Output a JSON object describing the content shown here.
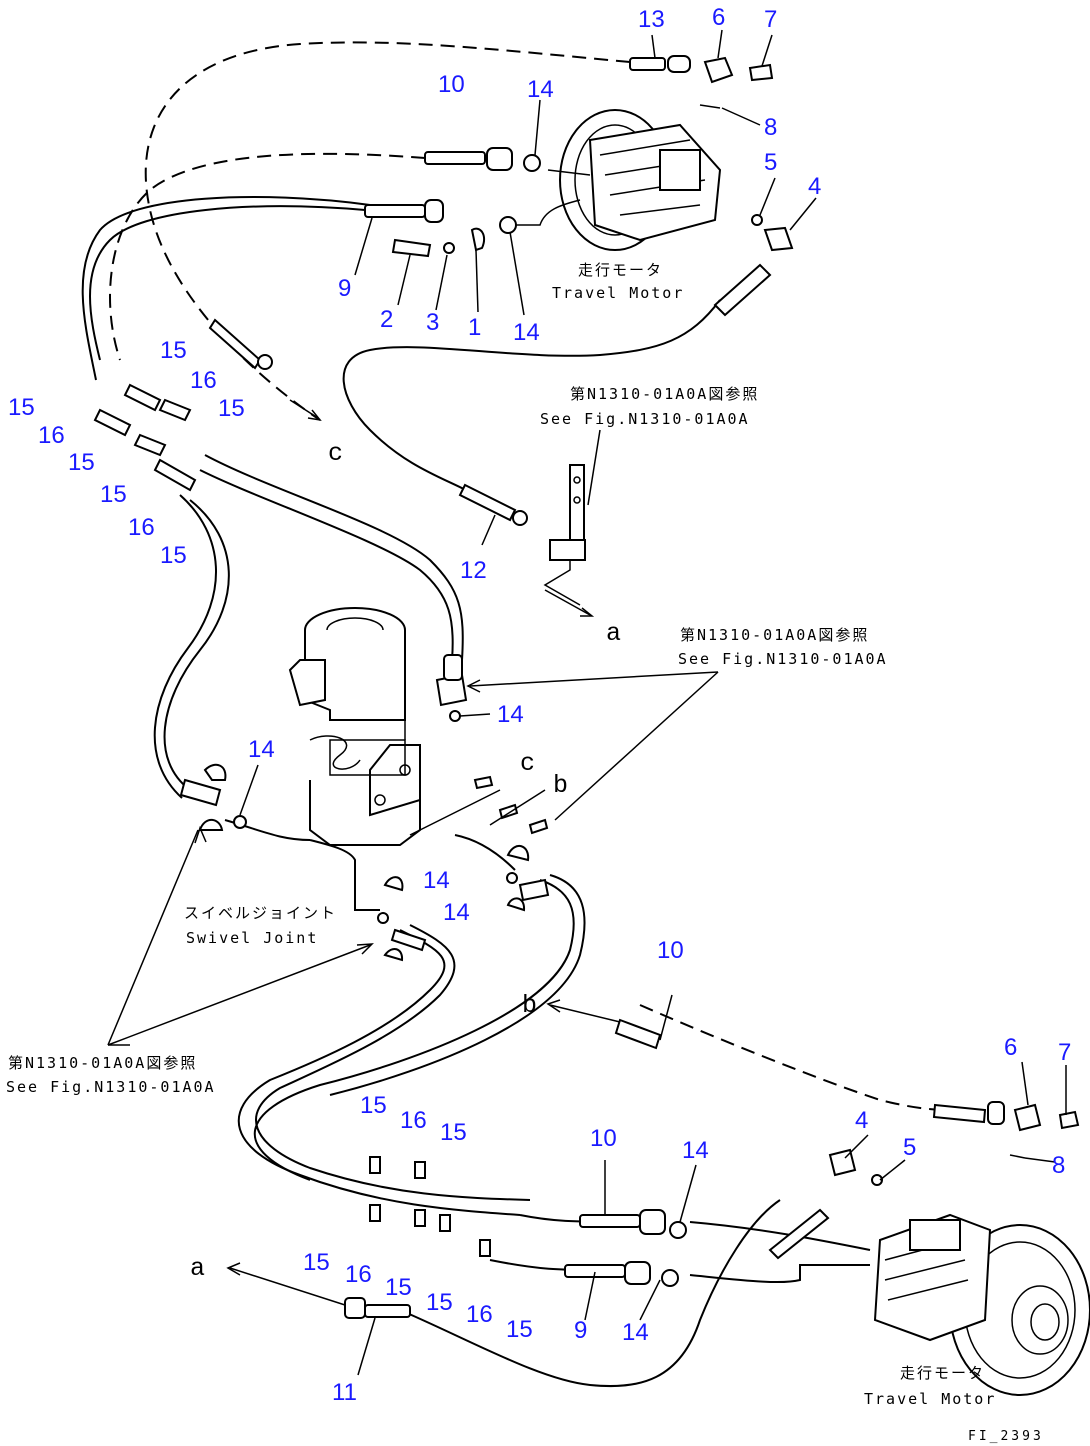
{
  "diagram": {
    "drawing_code": "FI_2393",
    "letter_refs": {
      "a": "a",
      "b": "b",
      "c": "c"
    },
    "notes": {
      "travel_motor_jp": "走行モータ",
      "travel_motor_en": "Travel Motor",
      "swivel_jp": "スイベルジョイント",
      "swivel_en": "Swivel Joint",
      "fig_ref_1_jp": "第N1310-01A0A図参照",
      "fig_ref_1_en": "See Fig.N1310-01A0A",
      "fig_ref_2_jp": "第N1310-01A0A図参照",
      "fig_ref_2_en": "See Fig.N1310-01A0A",
      "fig_ref_3_jp": "第N1310-01A0A図参照",
      "fig_ref_3_en": "See Fig.N1310-01A0A"
    },
    "callouts": [
      {
        "id": "c13",
        "label": "13"
      },
      {
        "id": "c6a",
        "label": "6"
      },
      {
        "id": "c7a",
        "label": "7"
      },
      {
        "id": "c10a",
        "label": "10"
      },
      {
        "id": "c14a",
        "label": "14"
      },
      {
        "id": "c8a",
        "label": "8"
      },
      {
        "id": "c5a",
        "label": "5"
      },
      {
        "id": "c4a",
        "label": "4"
      },
      {
        "id": "c9a",
        "label": "9"
      },
      {
        "id": "c2",
        "label": "2"
      },
      {
        "id": "c3",
        "label": "3"
      },
      {
        "id": "c1",
        "label": "1"
      },
      {
        "id": "c14b",
        "label": "14"
      },
      {
        "id": "c15a",
        "label": "15"
      },
      {
        "id": "c16a",
        "label": "16"
      },
      {
        "id": "c15b",
        "label": "15"
      },
      {
        "id": "c15c",
        "label": "15"
      },
      {
        "id": "c16b",
        "label": "16"
      },
      {
        "id": "c15d",
        "label": "15"
      },
      {
        "id": "c15e",
        "label": "15"
      },
      {
        "id": "c16c",
        "label": "16"
      },
      {
        "id": "c15f",
        "label": "15"
      },
      {
        "id": "c12",
        "label": "12"
      },
      {
        "id": "c14c",
        "label": "14"
      },
      {
        "id": "c14d",
        "label": "14"
      },
      {
        "id": "c14e",
        "label": "14"
      },
      {
        "id": "c14f",
        "label": "14"
      },
      {
        "id": "c10b",
        "label": "10"
      },
      {
        "id": "c6b",
        "label": "6"
      },
      {
        "id": "c7b",
        "label": "7"
      },
      {
        "id": "c4b",
        "label": "4"
      },
      {
        "id": "c5b",
        "label": "5"
      },
      {
        "id": "c8b",
        "label": "8"
      },
      {
        "id": "c15g",
        "label": "15"
      },
      {
        "id": "c16d",
        "label": "16"
      },
      {
        "id": "c15h",
        "label": "15"
      },
      {
        "id": "c10c",
        "label": "10"
      },
      {
        "id": "c14g",
        "label": "14"
      },
      {
        "id": "c15i",
        "label": "15"
      },
      {
        "id": "c16e",
        "label": "16"
      },
      {
        "id": "c15j",
        "label": "15"
      },
      {
        "id": "c15k",
        "label": "15"
      },
      {
        "id": "c16f",
        "label": "16"
      },
      {
        "id": "c15l",
        "label": "15"
      },
      {
        "id": "c9b",
        "label": "9"
      },
      {
        "id": "c14h",
        "label": "14"
      },
      {
        "id": "c11",
        "label": "11"
      }
    ]
  }
}
